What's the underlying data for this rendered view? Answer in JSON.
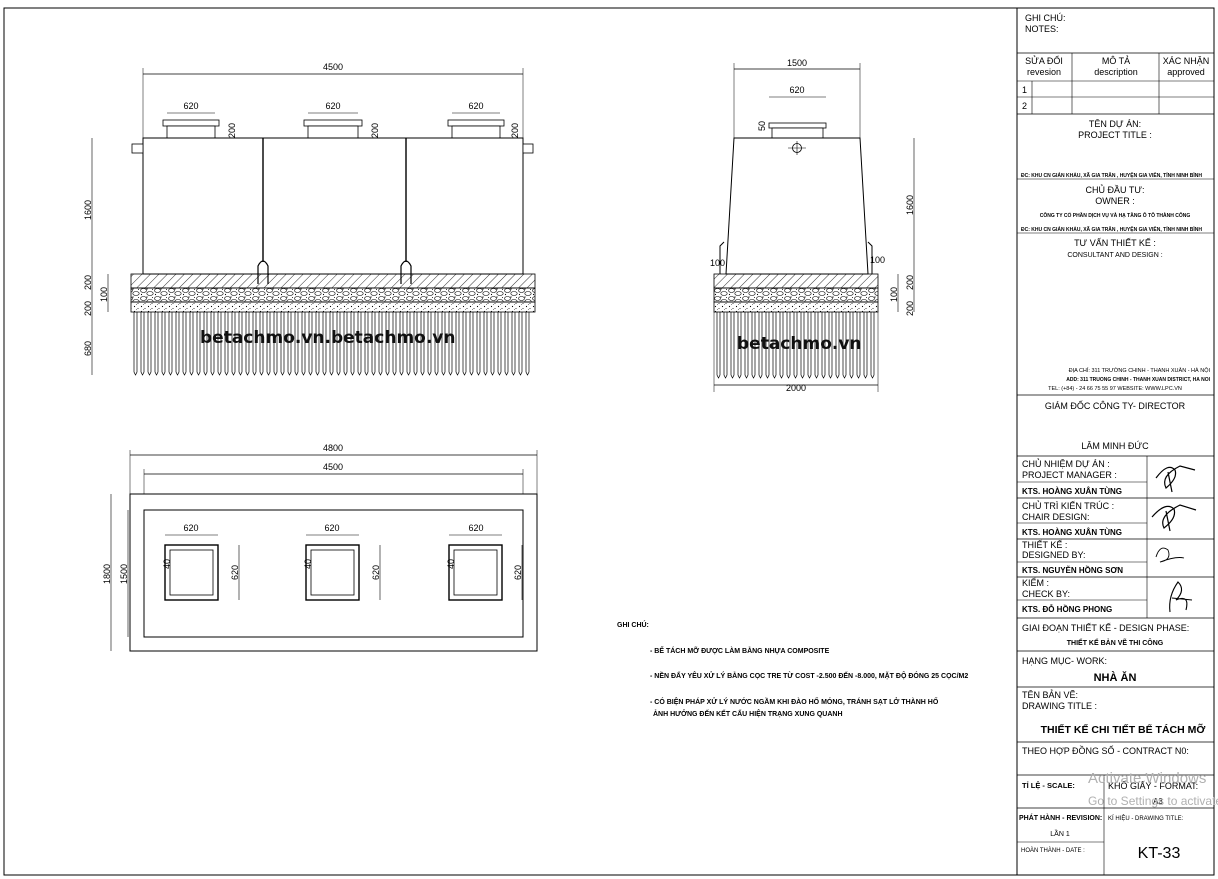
{
  "dimensions": {
    "front_width": "4500",
    "opening": "620",
    "neck": "200",
    "tank_height": "1600",
    "slab": "200",
    "bedding": "100",
    "gravel": "200",
    "piles": "680",
    "side_top": "1500",
    "side_base": "2000",
    "side_step": "100",
    "side_lid": "50",
    "plan_outer_w": "4800",
    "plan_inner_w": "4500",
    "plan_outer_h": "1800",
    "plan_inner_h": "1500",
    "wall": "40"
  },
  "watermarks": {
    "front": "betachmo.vn.betachmo.vn",
    "side": "betachmo.vn"
  },
  "notes": {
    "heading": "GHI CHÚ:",
    "items": [
      "- BỂ TÁCH MỠ ĐƯỢC LÀM BẰNG NHỰA COMPOSITE",
      "- NỀN ĐẤY YÊU XỬ LÝ BẰNG CỌC TRE TỪ COST -2.500 ĐẾN -8.000, MẶT ĐỘ ĐÓNG 25 CỌC/M2",
      "- CÓ BIỆN PHÁP XỬ LÝ NƯỚC NGẦM KHI ĐÀO HỐ MÓNG, TRÁNH SẠT LỞ THÀNH HỐ",
      "ẢNH HƯỞNG ĐẾN KẾT CẤU HIỆN TRẠNG XUNG QUANH"
    ]
  },
  "title_block": {
    "notes_vi": "GHI CHÚ:",
    "notes_en": "NOTES:",
    "rev_head_vi": "SỬA ĐỔI",
    "rev_head_en": "revesion",
    "desc_head_vi": "MÔ TẢ",
    "desc_head_en": "description",
    "appr_head_vi": "XÁC NHẬN",
    "appr_head_en": "approved",
    "rev_row1": "1",
    "rev_row2": "2",
    "project_vi": "TÊN DỰ ÁN:",
    "project_en": "PROJECT TITLE :",
    "project_addr": "ĐC: KHU CN GIÁN KHẨU, XÃ GIA TRÂN , HUYỆN GIA VIỄN, TỈNH NINH BÌNH",
    "owner_vi": "CHỦ ĐẦU TƯ:",
    "owner_en": "OWNER :",
    "owner_name": "CÔNG TY CỔ PHẦN DỊCH VỤ VÀ HẠ TẦNG Ô TÔ THÀNH CÔNG",
    "owner_addr": "ĐC: KHU CN GIÁN KHẨU, XÃ GIA TRÂN , HUYỆN GIA VIỄN, TỈNH NINH BÌNH",
    "consult_vi": "TƯ VẤN THIẾT KẾ :",
    "consult_en": "CONSULTANT AND DESIGN :",
    "consult_addr1": "ĐỊA CHỈ: 311 TRƯỜNG CHINH - THANH XUÂN - HÀ NỘI",
    "consult_addr2": "ADD: 311 TRUONG CHINH - THANH XUAN DISTRICT, HA NOI",
    "consult_tel": "TEL: (+84) - 24 66 75 55 97   WEBSITE: WWW.LPC.VN",
    "director_label": "GIÁM ĐỐC CÔNG TY- DIRECTOR",
    "director_name": "LÂM MINH ĐỨC",
    "pm_vi": "CHỦ NHIỆM DỰ ÁN :",
    "pm_en": "PROJECT MANAGER :",
    "pm_name": "KTS. HOÀNG XUÂN TÙNG",
    "chair_vi": "CHỦ TRÌ KIẾN TRÚC :",
    "chair_en": "CHAIR DESIGN:",
    "chair_name": "KTS. HOÀNG XUÂN TÙNG",
    "designer_vi": "THIẾT KẾ :",
    "designer_en": "DESIGNED BY:",
    "designer_name": "KTS. NGUYỄN HỒNG SƠN",
    "check_vi": "KIỂM :",
    "check_en": "CHECK BY:",
    "check_name": "KTS. ĐỖ HỒNG PHONG",
    "phase_label": "GIAI ĐOẠN THIẾT KẾ - DESIGN PHASE:",
    "phase_value": "THIẾT KẾ BẢN VẼ THI CÔNG",
    "work_label": "HẠNG MỤC- WORK:",
    "work_value": "NHÀ ĂN",
    "title_vi": "TÊN BẢN VẼ:",
    "title_en": "DRAWING TITLE :",
    "title_value": "THIẾT KẾ CHI TIẾT BỂ TÁCH MỠ",
    "contract": "THEO HỢP ĐỒNG SỐ - CONTRACT N0:",
    "scale_label": "TỈ LỆ - SCALE:",
    "format_label": "KHỔ GIẤY - FORMAT:",
    "format_value": "A3",
    "issue_label": "PHÁT HÀNH - REVISION:",
    "issue_value": "LẦN 1",
    "drawing_no_label": "KÍ HIỆU   - DRAWING TITLE:",
    "date_label": "HOÀN THÀNH   - DATE :",
    "drawing_no": "KT-33"
  },
  "os_overlay": {
    "line1": "Activate Windows",
    "line2": "Go to Settings to activate Windows."
  }
}
